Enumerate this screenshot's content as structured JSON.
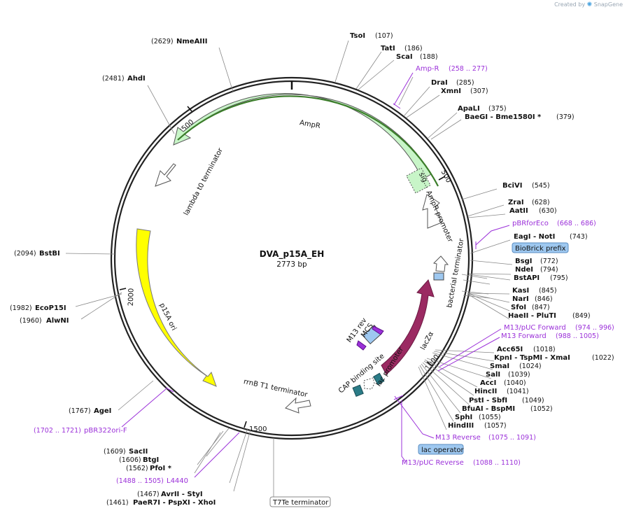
{
  "branding": {
    "prefix": "Created by",
    "name": "SnapGene"
  },
  "plasmid": {
    "name": "DVA_p15A_EH",
    "size": "2773 bp"
  },
  "ticks": [
    "500",
    "1000",
    "1500",
    "2000",
    "2500"
  ],
  "sites": [
    {
      "label": "TsoI",
      "pos": "(107)"
    },
    {
      "label": "TatI",
      "pos": "(186)"
    },
    {
      "label": "ScaI",
      "pos": "(188)"
    },
    {
      "label": "DraI",
      "pos": "(285)"
    },
    {
      "label": "XmnI",
      "pos": "(307)"
    },
    {
      "label": "ApaLI",
      "pos": "(375)"
    },
    {
      "label": "BaeGI - Bme1580I *",
      "pos": "(379)"
    },
    {
      "label": "BciVI",
      "pos": "(545)"
    },
    {
      "label": "ZraI",
      "pos": "(628)"
    },
    {
      "label": "AatII",
      "pos": "(630)"
    },
    {
      "label": "EagI - NotI",
      "pos": "(743)"
    },
    {
      "label": "BsgI",
      "pos": "(772)"
    },
    {
      "label": "NdeI",
      "pos": "(794)"
    },
    {
      "label": "BstAPI",
      "pos": "(795)"
    },
    {
      "label": "KasI",
      "pos": "(845)"
    },
    {
      "label": "NarI",
      "pos": "(846)"
    },
    {
      "label": "SfoI",
      "pos": "(847)"
    },
    {
      "label": "HaeII - PluTI",
      "pos": "(849)"
    },
    {
      "label": "Acc65I",
      "pos": "(1018)"
    },
    {
      "label": "KpnI - TspMI - XmaI",
      "pos": "(1022)"
    },
    {
      "label": "SmaI",
      "pos": "(1024)"
    },
    {
      "label": "SalI",
      "pos": "(1039)"
    },
    {
      "label": "AccI",
      "pos": "(1040)"
    },
    {
      "label": "HincII",
      "pos": "(1041)"
    },
    {
      "label": "PstI - SbfI",
      "pos": "(1049)"
    },
    {
      "label": "BfuAI - BspMI",
      "pos": "(1052)"
    },
    {
      "label": "SphI",
      "pos": "(1055)"
    },
    {
      "label": "HindIII",
      "pos": "(1057)"
    },
    {
      "label": "AvrII - StyI",
      "pos": "(1467)"
    },
    {
      "label": "PaeR7I - PspXI - XhoI",
      "pos": "(1461)"
    },
    {
      "label": "PfoI *",
      "pos": "(1562)"
    },
    {
      "label": "BtgI",
      "pos": "(1606)"
    },
    {
      "label": "SacII",
      "pos": "(1609)"
    },
    {
      "label": "AgeI",
      "pos": "(1767)"
    },
    {
      "label": "AlwNI",
      "pos": "(1960)"
    },
    {
      "label": "EcoP15I",
      "pos": "(1982)"
    },
    {
      "label": "BstBI",
      "pos": "(2094)"
    },
    {
      "label": "AhdI",
      "pos": "(2481)"
    },
    {
      "label": "NmeAIII",
      "pos": "(2629)"
    }
  ],
  "primers": [
    {
      "label": "Amp-R",
      "pos": "(258 .. 277)"
    },
    {
      "label": "pBRforEco",
      "pos": "(668 .. 686)"
    },
    {
      "label": "M13/pUC Forward",
      "pos": "(974 .. 996)"
    },
    {
      "label": "M13 Forward",
      "pos": "(988 .. 1005)"
    },
    {
      "label": "M13 Reverse",
      "pos": "(1075 .. 1091)"
    },
    {
      "label": "M13/pUC Reverse",
      "pos": "(1088 .. 1110)"
    },
    {
      "label": "L4440",
      "pos": "(1488 .. 1505)"
    },
    {
      "label": "pBR322ori-F",
      "pos": "(1702 .. 1721)"
    }
  ],
  "boxed": [
    {
      "label": "BioBrick prefix"
    },
    {
      "label": "lac operator"
    },
    {
      "label": "T7Te terminator"
    }
  ],
  "features": [
    {
      "label": "AmpR"
    },
    {
      "label": "sig..."
    },
    {
      "label": "AmpR promoter"
    },
    {
      "label": "lambda t0 terminator"
    },
    {
      "label": "p15A ori"
    },
    {
      "label": "rrnB T1 terminator"
    },
    {
      "label": "bacterial terminator"
    },
    {
      "label": "lacZα"
    },
    {
      "label": "lac promoter"
    },
    {
      "label": "CAP binding site"
    },
    {
      "label": "MCS"
    },
    {
      "label": "M13 rev"
    }
  ],
  "colors": {
    "ampr": "#c8f5c8",
    "ampr_outline": "#3b7d2a",
    "ori": "#ffff00",
    "lacz": "#9b2a62",
    "lac_promoter": "#2b7c87",
    "primer": "#9b30d9",
    "biobrick_fill": "#9ec8f0"
  }
}
